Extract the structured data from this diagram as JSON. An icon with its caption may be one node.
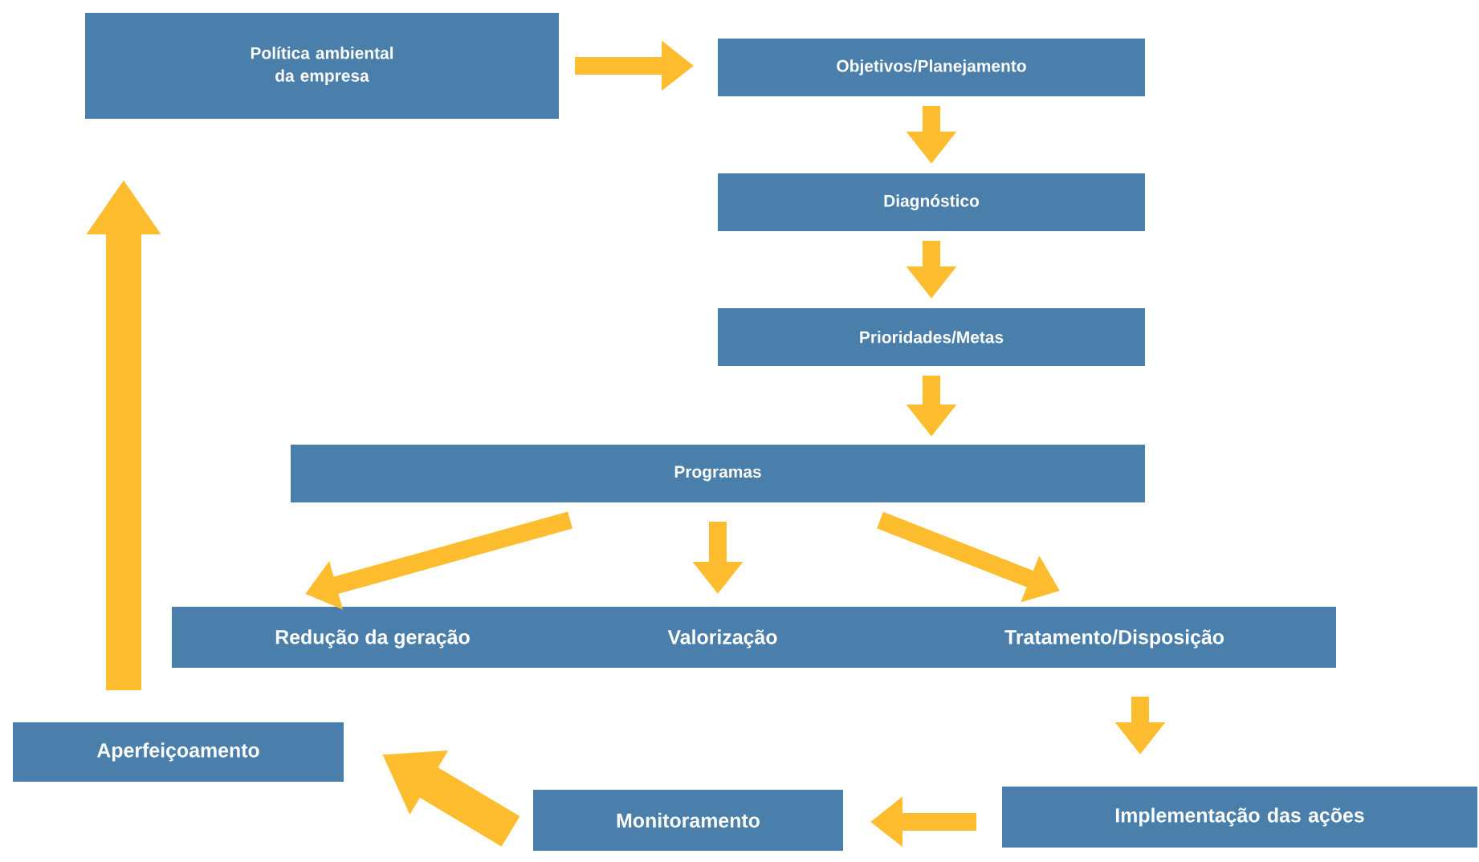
{
  "diagram": {
    "nodes": [
      {
        "text": [
          "Política ambiental da empresa"
        ]
      },
      {
        "text": [
          "Objetivos/Planejamento"
        ]
      },
      {
        "text": [
          "Diagnóstico"
        ]
      },
      {
        "text": [
          "Prioridades/Metas"
        ]
      },
      {
        "text": [
          "Programas"
        ]
      },
      {
        "text": [],
        "shape": "box"
      },
      {
        "text": [
          "Redução da geração"
        ],
        "in": 5
      },
      {
        "text": [
          "Valorização"
        ],
        "in": 5
      },
      {
        "text": [
          "Tratamento/Disposição"
        ],
        "in": 5
      },
      {
        "text": [
          "Implementação das ações"
        ]
      },
      {
        "text": [
          "Monitoramento"
        ]
      },
      {
        "text": [
          "Aperfeiçoamento"
        ]
      }
    ],
    "edges": [
      {
        "from": 0,
        "to": 1,
        "arrow": "to"
      },
      {
        "from": 1,
        "to": 2,
        "arrow": "to"
      },
      {
        "from": 2,
        "to": 3,
        "arrow": "to"
      },
      {
        "from": 3,
        "to": 4,
        "arrow": "to"
      },
      {
        "from": 4,
        "to": 6,
        "arrow": "to"
      },
      {
        "from": 4,
        "to": 7,
        "arrow": "to"
      },
      {
        "from": 4,
        "to": 8,
        "arrow": "to"
      },
      {
        "from": 5,
        "to": 9,
        "arrow": "to"
      },
      {
        "from": 9,
        "to": 10,
        "arrow": "to"
      },
      {
        "from": 10,
        "to": 11,
        "arrow": "to",
        "style": "thick"
      },
      {
        "from": 11,
        "to": 0,
        "arrow": "to",
        "style": "thick"
      }
    ]
  }
}
